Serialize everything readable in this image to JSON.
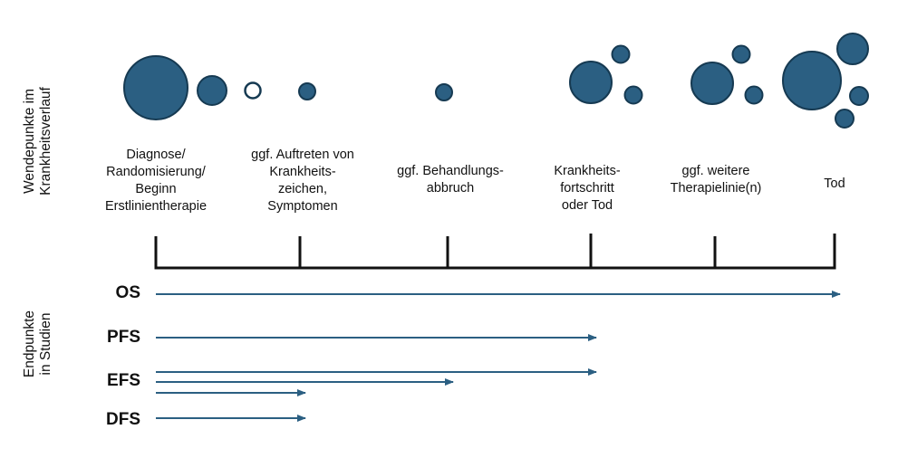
{
  "side_labels": {
    "milestones": "Wendepunkte im\nKrankheitsverlauf",
    "endpoints": "Endpunkte\nin Studien"
  },
  "events": [
    {
      "id": "diagnose",
      "label": "Diagnose/\nRandomisierung/\nBeginn\nErstlinientherapie"
    },
    {
      "id": "symptome",
      "label": "ggf. Auftreten von\nKrankheits-\nzeichen,\nSymptomen"
    },
    {
      "id": "abbruch",
      "label": "ggf. Behandlungs-\nabbruch"
    },
    {
      "id": "fortschritt",
      "label": "Krankheits-\nfortschritt\noder Tod"
    },
    {
      "id": "therapielinie",
      "label": "ggf. weitere\nTherapielinie(n)"
    },
    {
      "id": "tod",
      "label": "Tod"
    }
  ],
  "endpoints": [
    {
      "id": "os",
      "label": "OS",
      "arrows": [
        {
          "from": "diagnose",
          "to": "tod"
        }
      ]
    },
    {
      "id": "pfs",
      "label": "PFS",
      "arrows": [
        {
          "from": "diagnose",
          "to": "fortschritt"
        }
      ]
    },
    {
      "id": "efs",
      "label": "EFS",
      "arrows": [
        {
          "from": "diagnose",
          "to": "fortschritt"
        },
        {
          "from": "diagnose",
          "to": "abbruch"
        },
        {
          "from": "diagnose",
          "to": "symptome"
        }
      ]
    },
    {
      "id": "dfs",
      "label": "DFS",
      "arrows": [
        {
          "from": "diagnose",
          "to": "symptome"
        }
      ]
    }
  ],
  "colors": {
    "bubble_fill": "#2b5f82",
    "bubble_stroke": "#163a52",
    "arrow": "#2b5f82",
    "axis": "#111111"
  }
}
